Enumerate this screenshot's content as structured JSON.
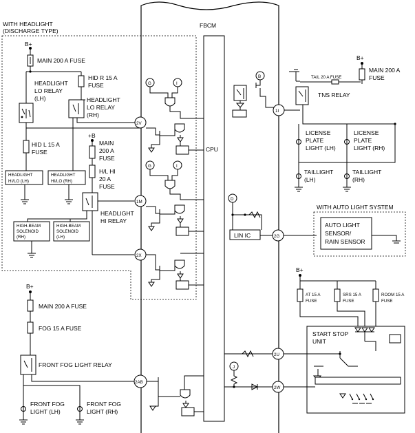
{
  "header": {
    "module": "FBCM",
    "cpu": "CPU",
    "lin_ic": "LIN IC"
  },
  "headlight_group": {
    "title_line1": "WITH HEADLIGHT",
    "title_line2": "(DISCHARGE TYPE)"
  },
  "auto_light_group": {
    "title": "WITH AUTO LIGHT SYSTEM",
    "sensor_line1": "AUTO LIGHT",
    "sensor_line2": "SENSOR/",
    "sensor_line3": "RAIN SENSOR"
  },
  "supply": {
    "b_plus": "B+",
    "plus_b": "+B"
  },
  "fuses": {
    "main_200a": "MAIN 200 A FUSE",
    "main_200a_l1": "MAIN 200 A",
    "main_200a_l2": "FUSE",
    "main_l1": "MAIN",
    "main_l2": "200 A",
    "main_l3": "FUSE",
    "hid_r_l1": "HID R 15 A",
    "hid_r_l2": "FUSE",
    "hid_l_l1": "HID L 15 A",
    "hid_l_l2": "FUSE",
    "hl_hi_l1": "H/L HI",
    "hl_hi_l2": "20 A",
    "hl_hi_l3": "FUSE",
    "tail_20a": "TAIL 20 A FUSE",
    "fog_15a": "FOG 15 A FUSE",
    "at_15a_l1": "AT 15 A",
    "at_15a_l2": "FUSE",
    "srs_15a_l1": "SRS 15 A",
    "srs_15a_l2": "FUSE",
    "room_15a_l1": "ROOM 15 A",
    "room_15a_l2": "FUSE"
  },
  "relays": {
    "lo_lh_l1": "HEADLIGHT",
    "lo_lh_l2": "LO RELAY",
    "lo_lh_l3": "(LH)",
    "lo_rh_l1": "HEADLIGHT",
    "lo_rh_l2": "LO RELAY",
    "lo_rh_l3": "(RH)",
    "hi_l1": "HEADLIGHT",
    "hi_l2": "HI RELAY",
    "tns": "TNS RELAY",
    "front_fog": "FRONT FOG LIGHT RELAY"
  },
  "loads": {
    "hilo_lh_l1": "HEADLIGHT",
    "hilo_lh_l2": "HI/LO (LH)",
    "hilo_rh_l1": "HEADLIGHT",
    "hilo_rh_l2": "HI/LO (RH)",
    "solenoid_rh_l1": "HIGH-BEAM",
    "solenoid_rh_l2": "SOLENOID",
    "solenoid_rh_l3": "(RH)",
    "solenoid_lh_l1": "HIGH-BEAM",
    "solenoid_lh_l2": "SOLENOID",
    "solenoid_lh_l3": "(LH)",
    "plate_lh_l1": "LICENSE",
    "plate_lh_l2": "PLATE",
    "plate_lh_l3": "LIGHT (LH)",
    "plate_rh_l1": "LICENSE",
    "plate_rh_l2": "PLATE",
    "plate_rh_l3": "LIGHT (RH)",
    "tail_lh_l1": "TAILLIGHT",
    "tail_lh_l2": "(LH)",
    "tail_rh_l1": "TAILLIGHT",
    "tail_rh_l2": "(RH)",
    "fog_lh_l1": "FRONT FOG",
    "fog_lh_l2": "LIGHT (LH)",
    "fog_rh_l1": "FRONT FOG",
    "fog_rh_l2": "LIGHT (RH)",
    "start_stop_l1": "START STOP",
    "start_stop_l2": "UNIT"
  },
  "terminals": {
    "t2v": "2V",
    "t1m": "1M",
    "t2x": "2X",
    "t2ab": "2AB",
    "t1i": "1I",
    "t2g": "2G",
    "t2u": "2U",
    "t2w": "2W"
  },
  "markers": {
    "g": "G",
    "i": "I",
    "b": "B",
    "d": "D",
    "j": "J"
  }
}
